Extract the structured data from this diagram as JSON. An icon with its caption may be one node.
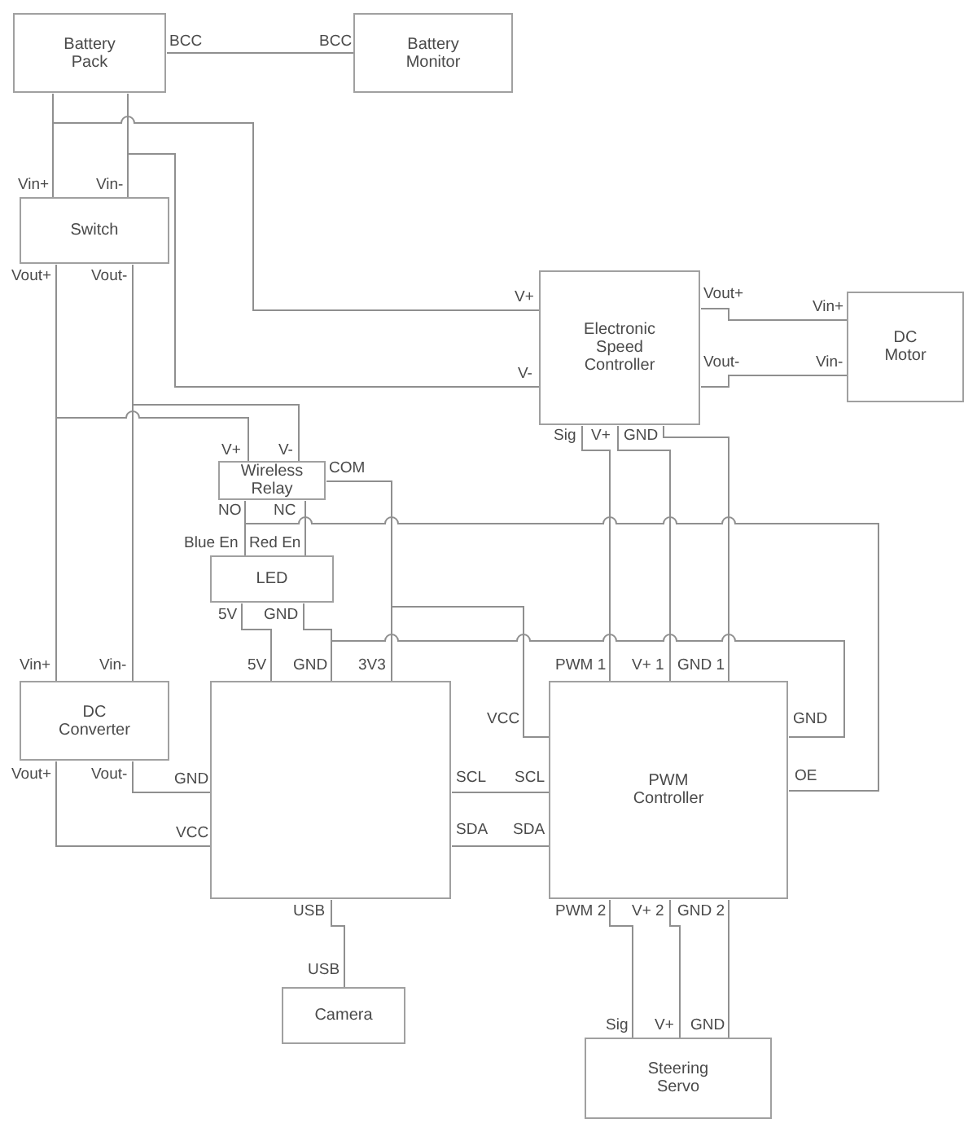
{
  "diagram": {
    "nodes": [
      {
        "text": [
          "Battery Pack"
        ]
      },
      {
        "text": [
          "Battery Monitor"
        ]
      },
      {
        "text": [
          "Switch"
        ]
      },
      {
        "text": [
          "Electronic Speed Controller"
        ]
      },
      {
        "text": [
          "DC Motor"
        ]
      },
      {
        "text": [
          "Wireless Relay"
        ]
      },
      {
        "text": [
          "LED"
        ]
      },
      {
        "text": [
          "DC Converter"
        ]
      },
      {
        "text": [],
        "shape": "box"
      },
      {
        "text": [
          "PWM Controller"
        ]
      },
      {
        "text": [
          "Camera"
        ]
      },
      {
        "text": [
          "Steering Servo"
        ]
      }
    ],
    "edges": [
      {
        "from": 0,
        "to": 1,
        "arrow": "none"
      },
      {
        "from": 0,
        "to": 2,
        "arrow": "none"
      },
      {
        "from": 0,
        "to": 3,
        "arrow": "none"
      },
      {
        "from": 0,
        "to": 2,
        "arrow": "none"
      },
      {
        "from": 0,
        "to": 3,
        "arrow": "none"
      },
      {
        "from": 2,
        "to": 7,
        "arrow": "none"
      },
      {
        "from": 2,
        "to": 5,
        "arrow": "none"
      },
      {
        "from": 2,
        "to": 7,
        "arrow": "none"
      },
      {
        "from": 2,
        "to": 5,
        "arrow": "none"
      },
      {
        "from": 3,
        "to": 4,
        "arrow": "none"
      },
      {
        "from": 3,
        "to": 4,
        "arrow": "none"
      },
      {
        "from": 3,
        "to": 9,
        "arrow": "none"
      },
      {
        "from": 3,
        "to": 9,
        "arrow": "none"
      },
      {
        "from": 3,
        "to": 9,
        "arrow": "none"
      },
      {
        "from": 8,
        "to": 5,
        "arrow": "none"
      },
      {
        "from": 8,
        "to": 9,
        "arrow": "none"
      },
      {
        "from": 5,
        "to": 6,
        "arrow": "none"
      },
      {
        "from": 5,
        "to": 9,
        "arrow": "none"
      },
      {
        "from": 5,
        "to": 6,
        "arrow": "none"
      },
      {
        "from": 6,
        "to": 8,
        "arrow": "none"
      },
      {
        "from": 6,
        "to": 8,
        "arrow": "none"
      },
      {
        "from": 8,
        "to": 9,
        "arrow": "none"
      },
      {
        "from": 7,
        "to": 8,
        "arrow": "none"
      },
      {
        "from": 7,
        "to": 8,
        "arrow": "none"
      },
      {
        "from": 8,
        "to": 9,
        "arrow": "none"
      },
      {
        "from": 8,
        "to": 9,
        "arrow": "none"
      },
      {
        "from": 8,
        "to": 10,
        "arrow": "none"
      },
      {
        "from": 9,
        "to": 11,
        "arrow": "none"
      },
      {
        "from": 9,
        "to": 11,
        "arrow": "none"
      },
      {
        "from": 9,
        "to": 11,
        "arrow": "none"
      }
    ],
    "labels": [
      "BCC",
      "BCC",
      "Vin+",
      "Vin-",
      "Vout+",
      "Vout-",
      "V+",
      "Vout+",
      "Vin+",
      "V-",
      "Vout-",
      "Vin-",
      "Sig",
      "V+",
      "GND",
      "V+",
      "V-",
      "COM",
      "NO",
      "NC",
      "Blue En",
      "Red En",
      "5V",
      "GND",
      "Vin+",
      "Vin-",
      "5V",
      "GND",
      "3V3",
      "PWM 1",
      "V+ 1",
      "GND 1",
      "VCC",
      "GND",
      "Vout+",
      "Vout-",
      "GND",
      "SCL",
      "SCL",
      "OE",
      "VCC",
      "SDA",
      "SDA",
      "USB",
      "PWM 2",
      "V+ 2",
      "GND 2",
      "USB",
      "Sig",
      "V+",
      "GND"
    ]
  }
}
